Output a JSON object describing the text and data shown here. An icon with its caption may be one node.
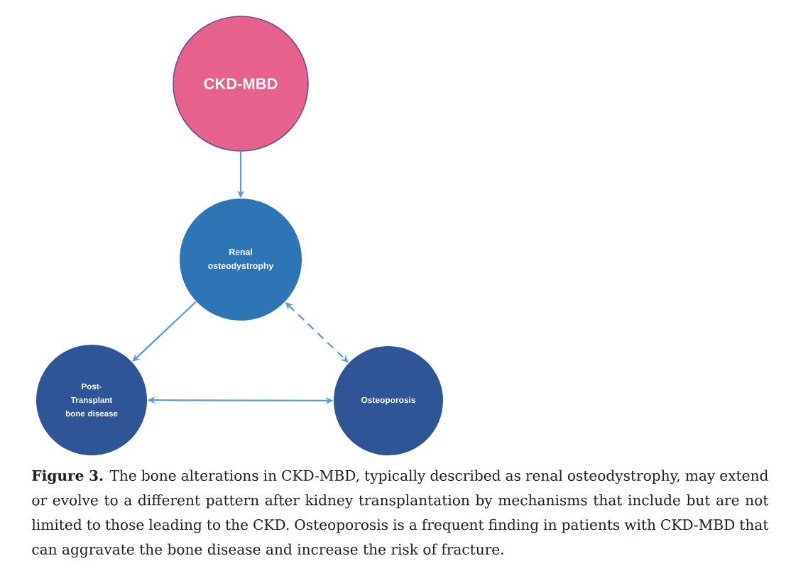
{
  "diagram": {
    "caption": "**Figure 3.** The bone alterations in CKD-MBD, typically described as renal osteodystrophy, may extend or evolve to a different pattern after kidney transplantation by mechanisms that include but are not limited to those leading to the CKD. Osteoporosis is a frequent finding in patients with CKD-MBD that can aggravate the bone disease and increase the risk of fracture.",
    "nodes": [
      {
        "text": [
          "CKD-MBD"
        ]
      },
      {
        "text": [
          "Renal osteodystrophy"
        ]
      },
      {
        "text": [
          "Post-Transplant bone disease"
        ]
      },
      {
        "text": [
          "Osteoporosis"
        ]
      }
    ],
    "edges": [
      {
        "from": 0,
        "to": 1,
        "arrow": "to"
      },
      {
        "from": 1,
        "to": 2,
        "arrow": "to"
      },
      {
        "from": 2,
        "to": 3,
        "arrow": "both"
      },
      {
        "from": 1,
        "to": 3,
        "arrow": "both",
        "style": "dashed"
      }
    ]
  }
}
